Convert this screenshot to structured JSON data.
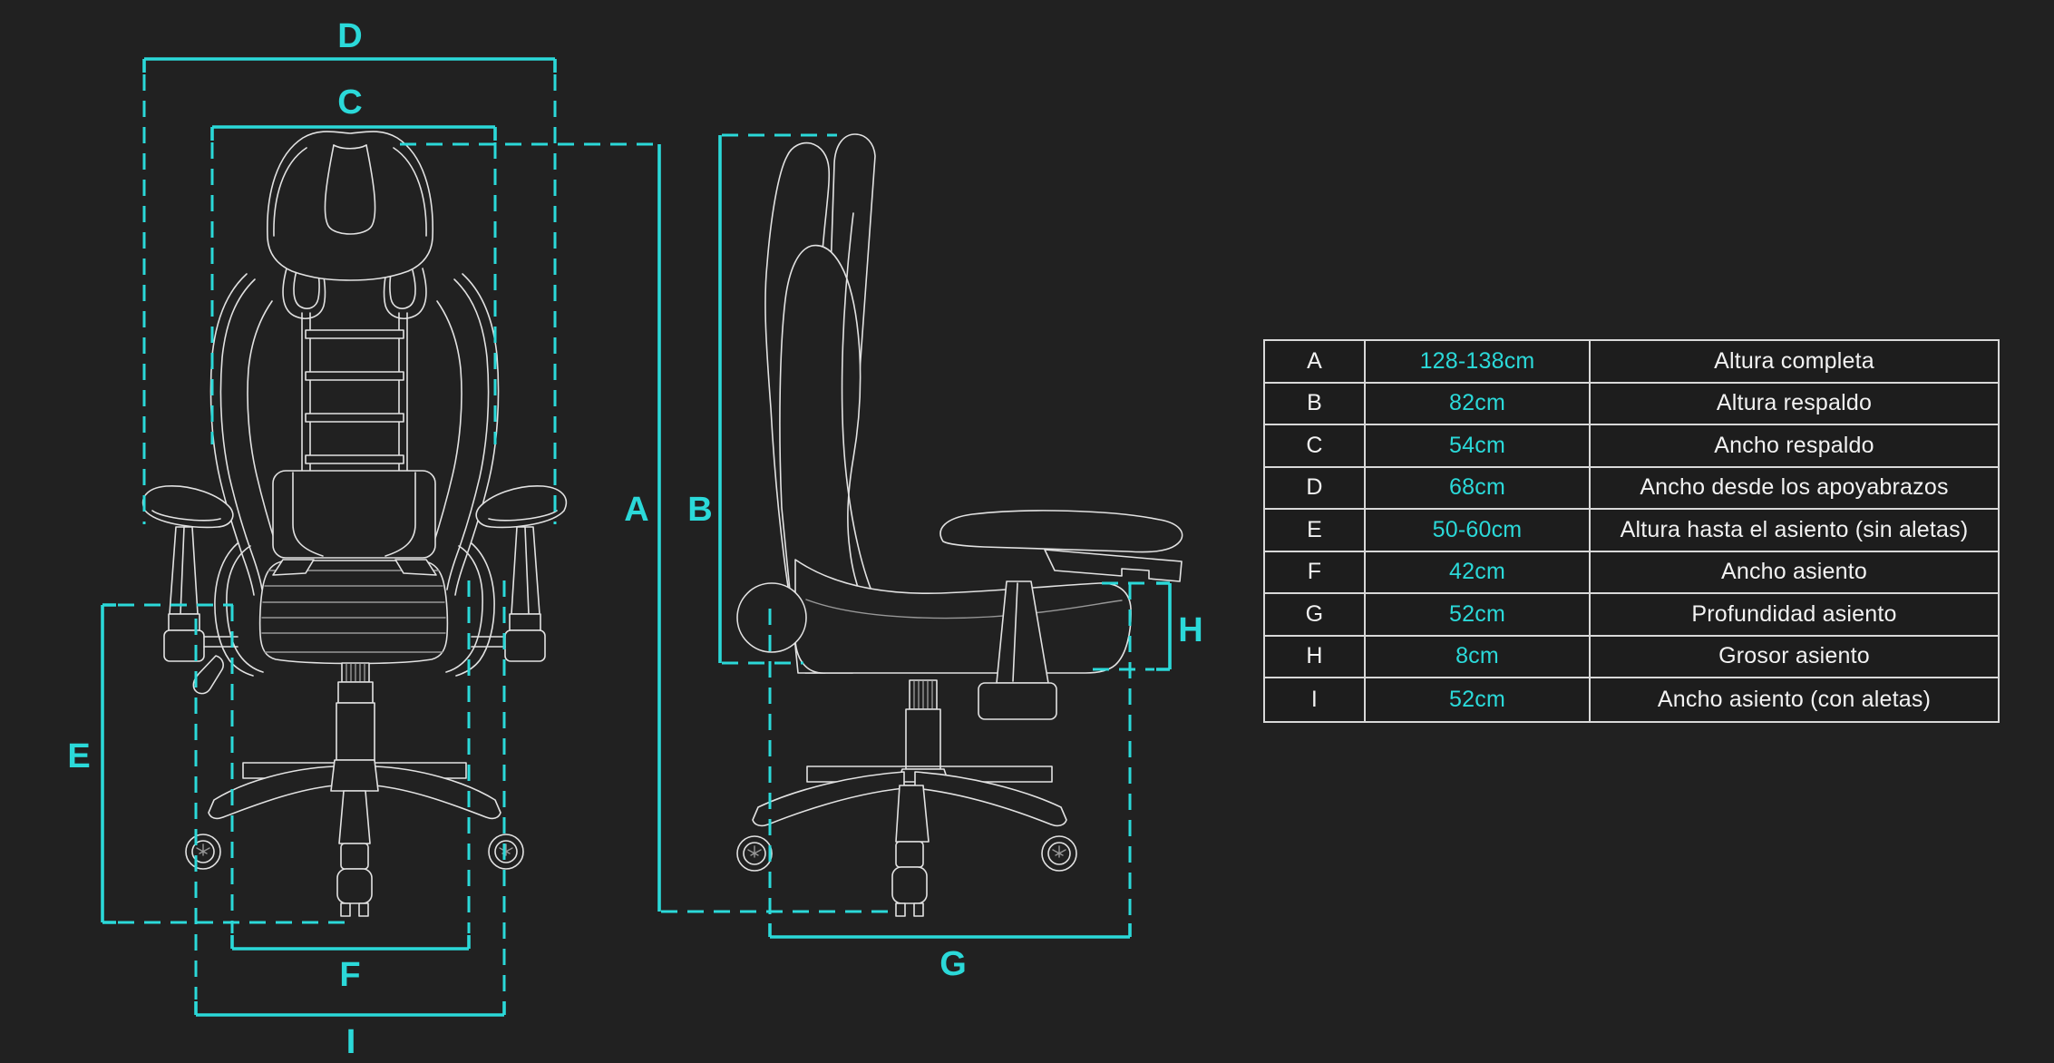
{
  "colors": {
    "background": "#212121",
    "accent": "#2BD9D9",
    "line_art": "#E2E2E2",
    "table_border": "#D8D8D8",
    "table_text": "#F2F2F2"
  },
  "labels": {
    "a": "A",
    "b": "B",
    "c": "C",
    "d": "D",
    "e": "E",
    "f": "F",
    "g": "G",
    "h": "H",
    "i": "I"
  },
  "table": {
    "rows": [
      {
        "letter": "A",
        "value": "128-138cm",
        "description": "Altura completa"
      },
      {
        "letter": "B",
        "value": "82cm",
        "description": "Altura respaldo"
      },
      {
        "letter": "C",
        "value": "54cm",
        "description": "Ancho respaldo"
      },
      {
        "letter": "D",
        "value": "68cm",
        "description": "Ancho desde los apoyabrazos"
      },
      {
        "letter": "E",
        "value": "50-60cm",
        "description": "Altura hasta el asiento (sin aletas)"
      },
      {
        "letter": "F",
        "value": "42cm",
        "description": "Ancho asiento"
      },
      {
        "letter": "G",
        "value": "52cm",
        "description": "Profundidad asiento"
      },
      {
        "letter": "H",
        "value": "8cm",
        "description": "Grosor asiento"
      },
      {
        "letter": "I",
        "value": "52cm",
        "description": "Ancho asiento (con aletas)"
      }
    ]
  }
}
